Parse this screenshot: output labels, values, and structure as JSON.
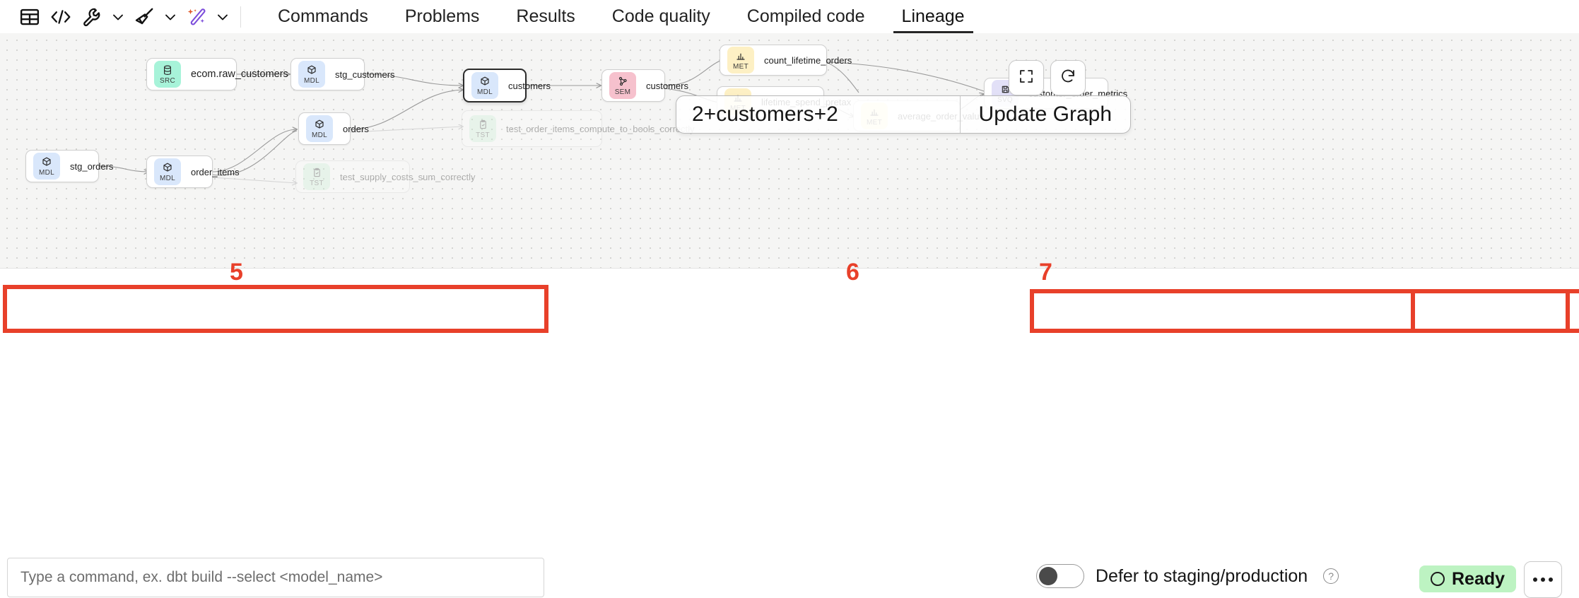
{
  "toolbar": {
    "icons": [
      {
        "name": "table-grid-icon",
        "label": "table"
      },
      {
        "name": "code-icon",
        "label": "</>"
      },
      {
        "name": "wrench-icon",
        "label": "tools"
      },
      {
        "name": "broom-icon",
        "label": "format"
      },
      {
        "name": "magic-wand-icon",
        "label": "ai-assist"
      }
    ]
  },
  "tabs": [
    {
      "label": "Commands",
      "active": false
    },
    {
      "label": "Problems",
      "active": false
    },
    {
      "label": "Results",
      "active": false
    },
    {
      "label": "Code quality",
      "active": false
    },
    {
      "label": "Compiled code",
      "active": false
    },
    {
      "label": "Lineage",
      "active": true
    }
  ],
  "graph": {
    "selector_value": "2+customers+2",
    "update_button": "Update Graph",
    "fullscreen_icon": "expand-icon",
    "refresh_icon": "refresh-icon",
    "nodes": [
      {
        "id": "ecom_raw_customers",
        "type": "SRC",
        "label": "ecom.raw_customers"
      },
      {
        "id": "stg_customers",
        "type": "MDL",
        "label": "stg_customers"
      },
      {
        "id": "customers_mdl",
        "type": "MDL",
        "label": "customers",
        "selected": true
      },
      {
        "id": "customers_sem",
        "type": "SEM",
        "label": "customers"
      },
      {
        "id": "stg_orders",
        "type": "MDL",
        "label": "stg_orders"
      },
      {
        "id": "order_items",
        "type": "MDL",
        "label": "order_items"
      },
      {
        "id": "orders",
        "type": "MDL",
        "label": "orders"
      },
      {
        "id": "test_order_items",
        "type": "TST",
        "label": "test_order_items_compute_to_bools_correctly"
      },
      {
        "id": "test_supply_costs",
        "type": "TST",
        "label": "test_supply_costs_sum_correctly"
      },
      {
        "id": "count_lifetime_orders",
        "type": "MET",
        "label": "count_lifetime_orders"
      },
      {
        "id": "lifetime_spend_pretax",
        "type": "MET",
        "label": "lifetime_spend_pretax"
      },
      {
        "id": "average_order_value",
        "type": "MET",
        "label": "average_order_value"
      },
      {
        "id": "customer_order_metrics",
        "type": "SVQ",
        "label": "customer_order_metrics"
      }
    ],
    "badge_labels": {
      "SRC": "SRC",
      "MDL": "MDL",
      "SEM": "SEM",
      "MET": "MET",
      "TST": "TST",
      "SVQ": "SVQ"
    }
  },
  "command_bar": {
    "placeholder": "Type a command, ex. dbt build --select <model_name>",
    "value": ""
  },
  "defer": {
    "label": "Defer to staging/production",
    "enabled": false,
    "help_icon": "question-mark-icon"
  },
  "status": {
    "label": "Ready",
    "badge_color": "#bdf3c2",
    "more_icon": "kebab-icon"
  },
  "annotations": [
    {
      "number": "5",
      "target": "command-input"
    },
    {
      "number": "6",
      "target": "defer-toggle"
    },
    {
      "number": "7",
      "target": "status-ready"
    }
  ],
  "colors": {
    "annotation": "#e8402a",
    "accent_dark": "#262626",
    "canvas_bg": "#f5f5f4"
  }
}
